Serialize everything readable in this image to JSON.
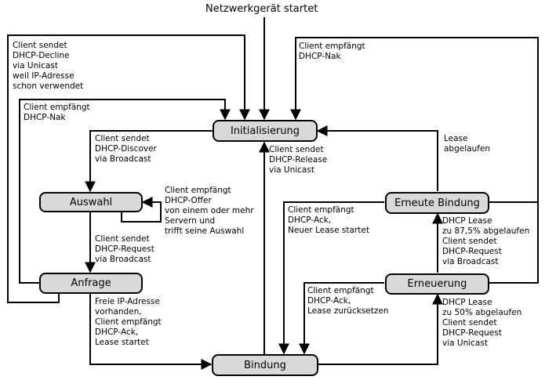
{
  "title": "Netzwerkgerät startet",
  "states": {
    "init": "Initialisierung",
    "auswahl": "Auswahl",
    "anfrage": "Anfrage",
    "bindung": "Bindung",
    "erneuerung": "Erneuerung",
    "erneute_bindung": "Erneute Bindung"
  },
  "transitions": {
    "decline": "Client sendet\nDHCP-Decline\nvia Unicast\nweil IP-Adresse\nschon verwendet",
    "nak_anfrage": "Client empfängt\nDHCP-Nak",
    "nak_rebind": "Client empfängt\nDHCP-Nak",
    "discover": "Client sendet\nDHCP-Discover\nvia Broadcast",
    "release": "Client sendet\nDHCP-Release\nvia Unicast",
    "lease_expired": "Lease\nabgelaufen",
    "offer": "Client empfängt\nDHCP-Offer\nvon einem oder mehr\nServern und\ntrifft seine Auswahl",
    "ack_rebind": "Client empfängt\nDHCP-Ack,\nNeuer Lease startet",
    "t2": "DHCP Lease\nzu 87,5% abgelaufen\nClient sendet\nDHCP-Request\nvia Broadcast",
    "request": "Client sendet\nDHCP-Request\nvia Broadcast",
    "ack_renew": "Client empfängt\nDHCP-Ack,\nLease zurücksetzen",
    "ack_bind": "Freie IP-Adresse\nvorhanden,\nClient empfängt\nDHCP-Ack,\nLease startet",
    "t1": "DHCP Lease\nzu 50% abgelaufen\nClient sendet\nDHCP-Request\nvia Unicast"
  }
}
